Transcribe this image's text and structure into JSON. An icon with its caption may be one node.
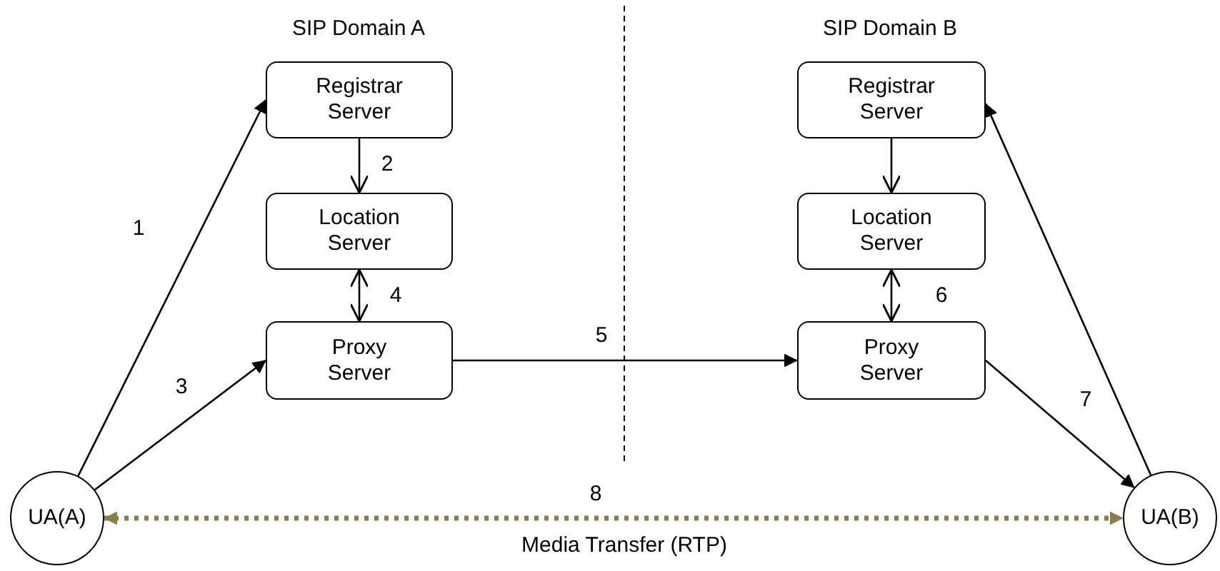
{
  "diagram": {
    "nodes": [
      {
        "text": [
          "Registrar Server"
        ]
      },
      {
        "text": [
          "Location Server"
        ]
      },
      {
        "text": [
          "Proxy Server"
        ]
      },
      {
        "text": [
          "Registrar Server"
        ]
      },
      {
        "text": [
          "Location Server"
        ]
      },
      {
        "text": [
          "Proxy Server"
        ]
      },
      {
        "text": [
          "UA(A)"
        ]
      },
      {
        "text": [
          "UA(B)"
        ]
      }
    ],
    "edges": [
      {
        "from": 6,
        "to": 0,
        "arrow": "to",
        "label": "1"
      },
      {
        "from": 0,
        "to": 1,
        "arrow": "to",
        "label": "2"
      },
      {
        "from": 6,
        "to": 2,
        "arrow": "to",
        "label": "3"
      },
      {
        "from": 1,
        "to": 2,
        "arrow": "both",
        "label": "4"
      },
      {
        "from": 2,
        "to": 5,
        "arrow": "to",
        "label": "5"
      },
      {
        "from": 3,
        "to": 4,
        "arrow": "to"
      },
      {
        "from": 4,
        "to": 5,
        "arrow": "both",
        "label": "6"
      },
      {
        "from": 5,
        "to": 7,
        "arrow": "to",
        "label": "7"
      },
      {
        "from": 7,
        "to": 3,
        "arrow": "to"
      },
      {
        "from": 6,
        "to": 7,
        "arrow": "both",
        "label": "8",
        "style": "dashed",
        "color": "#8b7d4a"
      }
    ],
    "labels": [
      "SIP Domain A",
      "SIP Domain B",
      "Media Transfer (RTP)"
    ]
  }
}
